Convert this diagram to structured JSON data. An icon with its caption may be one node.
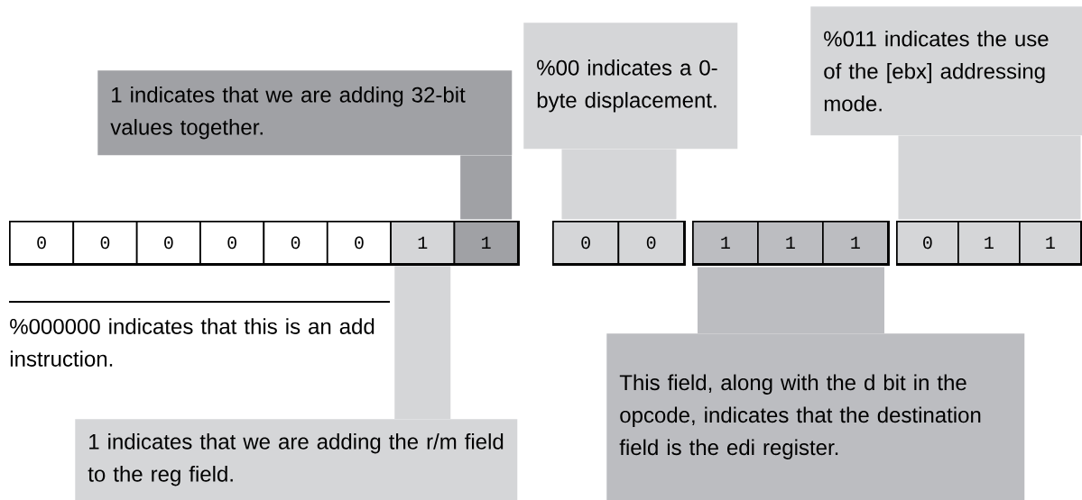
{
  "diagram": {
    "nodes": [
      {
        "text": [
          "1 indicates that we are adding 32-bit values together."
        ]
      },
      {
        "text": [
          "%00 indicates a 0-byte displacement."
        ]
      },
      {
        "text": [
          "%011 indicates the use of the [ebx] addressing mode."
        ]
      },
      {
        "text": [],
        "shape": "box"
      },
      {
        "text": [
          "0"
        ],
        "in": 3
      },
      {
        "text": [
          "0"
        ],
        "in": 3
      },
      {
        "text": [
          "0"
        ],
        "in": 3
      },
      {
        "text": [
          "0"
        ],
        "in": 3
      },
      {
        "text": [
          "0"
        ],
        "in": 3
      },
      {
        "text": [
          "0"
        ],
        "in": 3
      },
      {
        "text": [
          "1"
        ],
        "in": 3
      },
      {
        "text": [
          "1"
        ],
        "in": 3
      },
      {
        "text": [],
        "shape": "box"
      },
      {
        "text": [
          "0"
        ],
        "in": 12
      },
      {
        "text": [
          "0"
        ],
        "in": 12
      },
      {
        "text": [],
        "shape": "box"
      },
      {
        "text": [
          "1"
        ],
        "in": 15
      },
      {
        "text": [
          "1"
        ],
        "in": 15
      },
      {
        "text": [
          "1"
        ],
        "in": 15
      },
      {
        "text": [],
        "shape": "box"
      },
      {
        "text": [
          "0"
        ],
        "in": 19
      },
      {
        "text": [
          "1"
        ],
        "in": 19
      },
      {
        "text": [
          "1"
        ],
        "in": 19
      },
      {
        "text": [
          "This field, along with the d bit in the opcode, indicates that the destination field is the edi register."
        ]
      },
      {
        "text": [
          "1 indicates that we are adding the r/m field to the reg field."
        ]
      }
    ],
    "edges": [
      {
        "from": 0,
        "to": 11,
        "arrow": "none",
        "color": "#a0a1a5"
      },
      {
        "from": 1,
        "to": 12,
        "arrow": "none",
        "color": "#d5d6d8"
      },
      {
        "from": 2,
        "to": 19,
        "arrow": "none",
        "color": "#d5d6d8"
      },
      {
        "from": 23,
        "to": 15,
        "arrow": "none",
        "color": "#bcbdc1"
      },
      {
        "from": 24,
        "to": 10,
        "arrow": "none",
        "color": "#d5d6d8"
      }
    ],
    "labels": [
      "%000000 indicates that this is an add instruction."
    ]
  }
}
